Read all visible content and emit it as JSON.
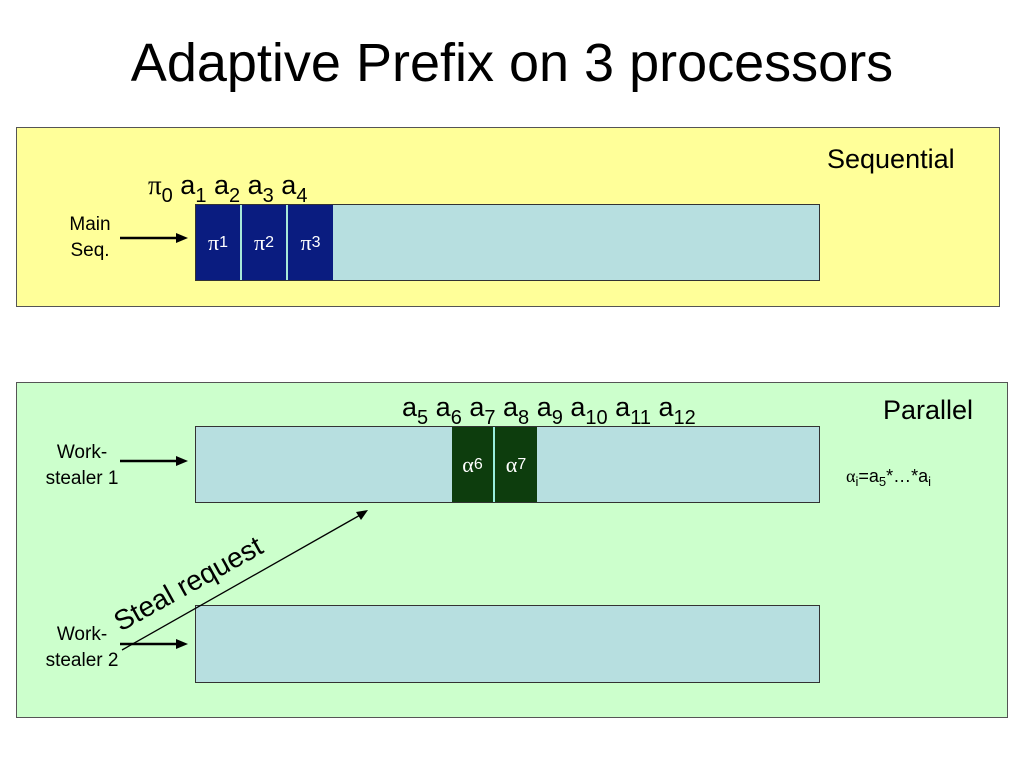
{
  "title": "Adaptive Prefix on 3 processors",
  "sequential": {
    "panel_label": "Sequential",
    "side_label_line1": "Main",
    "side_label_line2": "Seq.",
    "top_items": [
      {
        "base": "π",
        "sub": "0"
      },
      {
        "base": "a",
        "sub": "1"
      },
      {
        "base": "a",
        "sub": "2"
      },
      {
        "base": "a",
        "sub": "3"
      },
      {
        "base": "a",
        "sub": "4"
      }
    ],
    "blocks": [
      {
        "base": "π",
        "sub": "1"
      },
      {
        "base": "π",
        "sub": "2"
      },
      {
        "base": "π",
        "sub": "3"
      }
    ]
  },
  "parallel": {
    "panel_label": "Parallel",
    "stealer1_line1": "Work-",
    "stealer1_line2": "stealer 1",
    "stealer2_line1": "Work-",
    "stealer2_line2": "stealer 2",
    "top_items": [
      {
        "base": "a",
        "sub": "5"
      },
      {
        "base": "a",
        "sub": "6"
      },
      {
        "base": "a",
        "sub": "7"
      },
      {
        "base": "a",
        "sub": "8"
      },
      {
        "base": "a",
        "sub": "9"
      },
      {
        "base": "a",
        "sub": "10"
      },
      {
        "base": "a",
        "sub": "11"
      },
      {
        "base": "a",
        "sub": "12"
      }
    ],
    "blocks": [
      {
        "base": "α",
        "sub": "6"
      },
      {
        "base": "α",
        "sub": "7"
      }
    ],
    "formula": {
      "alpha": "α",
      "i1": "i",
      "eq": "=a",
      "five": "5",
      "mid": "*…*a",
      "i2": "i"
    },
    "steal_label": "Steal request"
  },
  "colors": {
    "sequential_bg": "#ffff99",
    "parallel_bg": "#ccffcc",
    "bar": "#b7dfe0",
    "pi_block": "#0a1c80",
    "alpha_block": "#0d3d0d"
  }
}
